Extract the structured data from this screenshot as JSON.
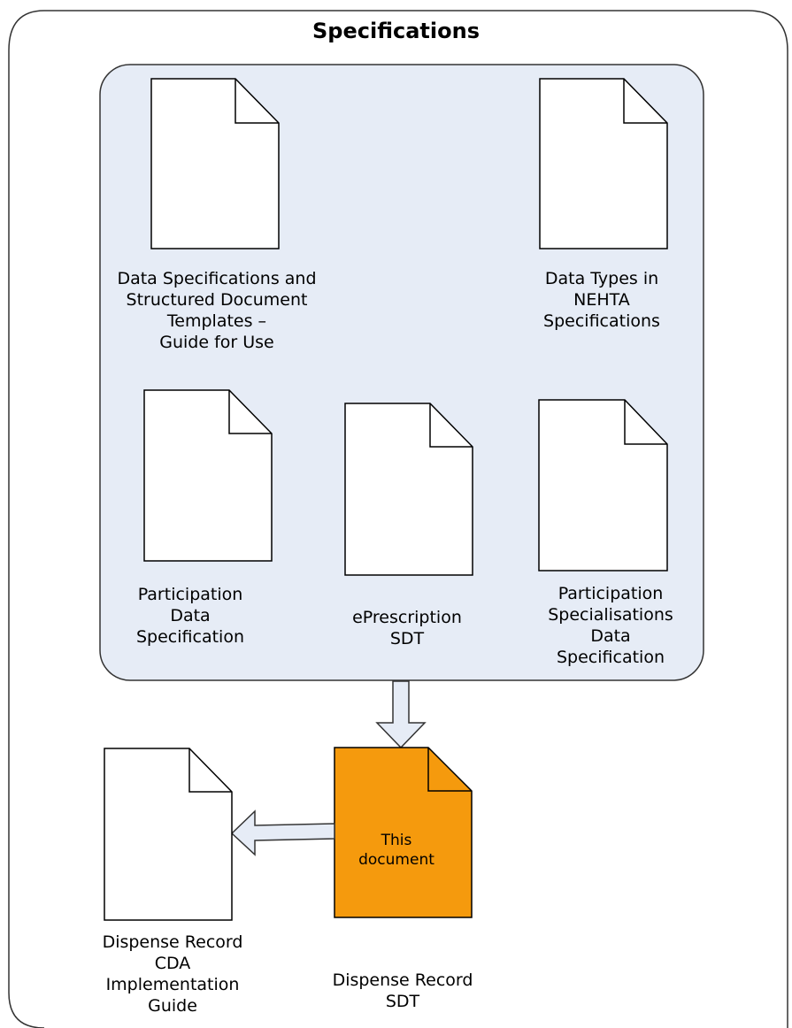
{
  "title": "Specifications",
  "documents": {
    "guide": "Data Specifications and\nStructured Document\nTemplates –\nGuide for Use",
    "data_types": "Data Types in\nNEHTA\nSpecifications",
    "participation": "Participation\nData\nSpecification",
    "eprescription": "ePrescription\nSDT",
    "participation_specialisations": "Participation\nSpecialisations\nData\nSpecification",
    "this_document": "This\ndocument",
    "dispense_record_cda": "Dispense Record\nCDA\nImplementation\nGuide",
    "dispense_record_sdt": "Dispense Record\nSDT"
  },
  "colors": {
    "group_fill": "#e6ecf6",
    "highlight_fill": "#f59a0d",
    "arrow_fill": "#e6ecf6"
  }
}
